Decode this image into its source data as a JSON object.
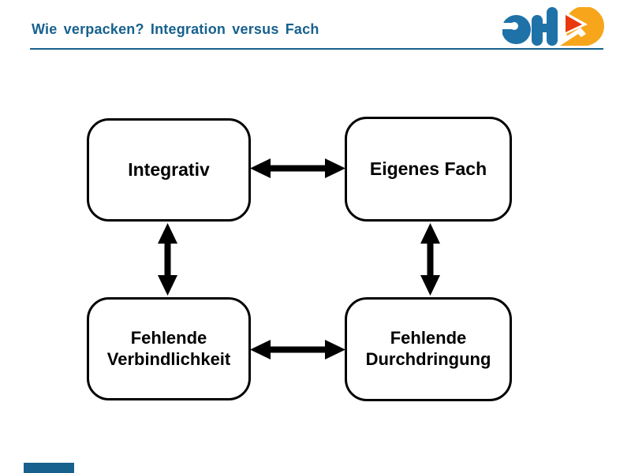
{
  "slide": {
    "title": "Wie verpacken? Integration versus Fach",
    "title_color": "#17618E",
    "background_color": "#FFFFFF"
  },
  "header": {
    "rule_color": "#17618E"
  },
  "logo": {
    "text": "PHZ",
    "blue": "#1F72A8",
    "orange": "#F7A61B",
    "red": "#E8390E"
  },
  "diagram": {
    "node_border_color": "#000000",
    "node_fill_color": "#FFFFFF",
    "arrow_color": "#000000",
    "nodes": [
      {
        "id": "integrativ",
        "label": "Integrativ"
      },
      {
        "id": "eigenes-fach",
        "label": "Eigenes Fach"
      },
      {
        "id": "fehlende-verbindlichkeit",
        "label": "Fehlende Verbindlichkeit"
      },
      {
        "id": "fehlende-durchdringung",
        "label": "Fehlende Durchdringung"
      }
    ],
    "edges": [
      {
        "from": "Integrativ",
        "to": "Eigenes Fach",
        "type": "bidirectional"
      },
      {
        "from": "Integrativ",
        "to": "Fehlende Verbindlichkeit",
        "type": "bidirectional"
      },
      {
        "from": "Eigenes Fach",
        "to": "Fehlende Durchdringung",
        "type": "bidirectional"
      },
      {
        "from": "Fehlende Verbindlichkeit",
        "to": "Fehlende Durchdringung",
        "type": "bidirectional"
      }
    ]
  },
  "footer": {
    "bar_color": "#17618E"
  }
}
